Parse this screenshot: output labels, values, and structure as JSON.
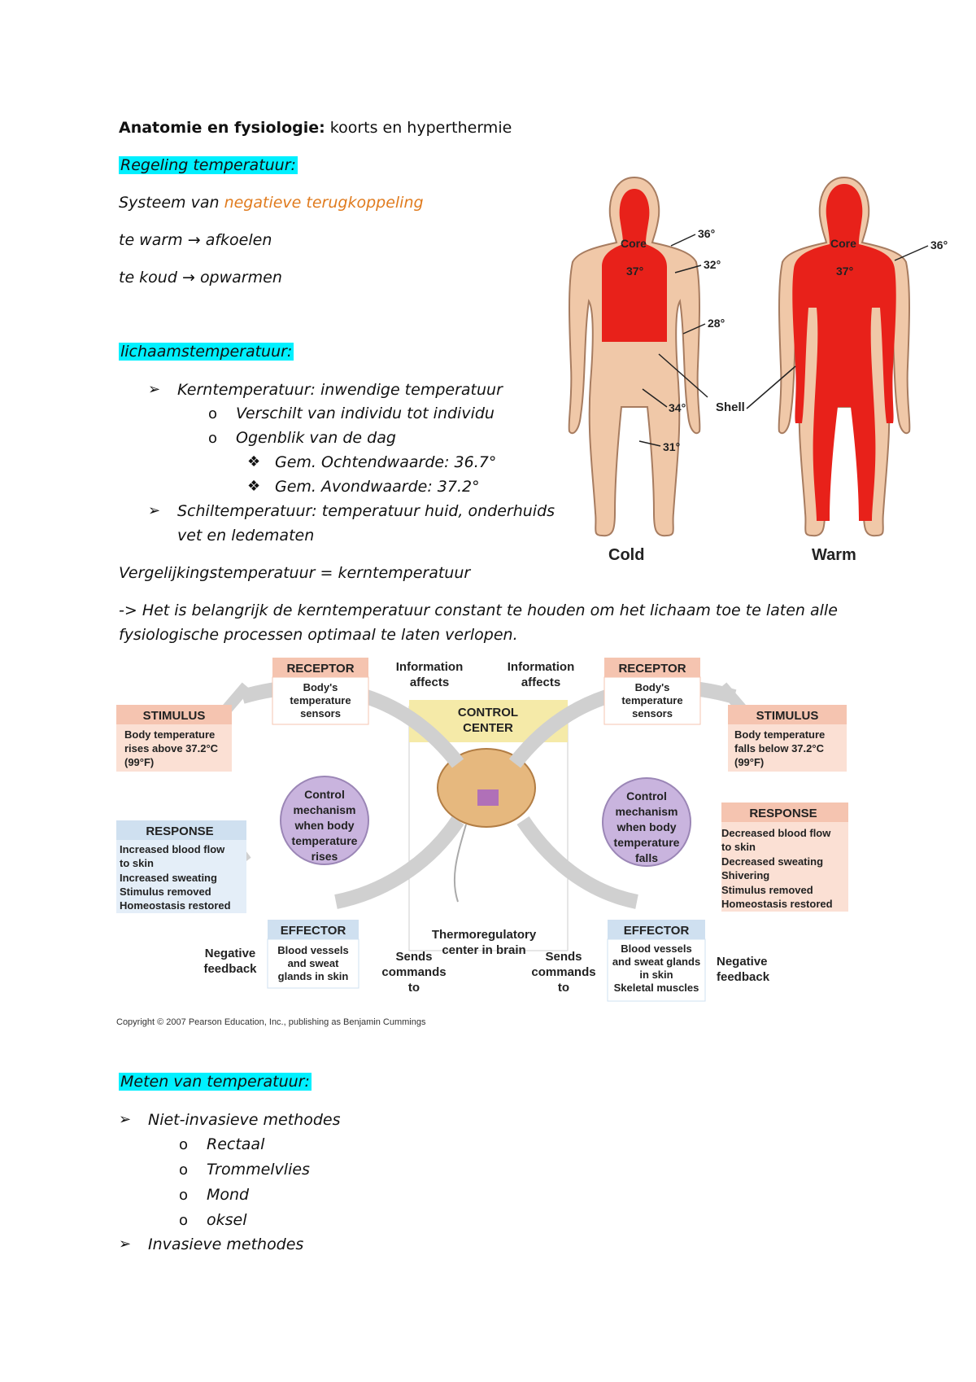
{
  "title": {
    "bold": "Anatomie en fysiologie:",
    "rest": " koorts en hyperthermie"
  },
  "section1": {
    "heading": "Regeling temperatuur:",
    "system_prefix": "Systeem van ",
    "system_highlight": "negatieve terugkoppeling",
    "line_warm_a": "te warm",
    "line_warm_b": "afkoelen",
    "line_cold_a": "te koud",
    "line_cold_b": "opwarmen",
    "arrow": "→"
  },
  "section2": {
    "heading": "lichaamstemperatuur:",
    "core": "Kerntemperatuur: inwendige temperatuur",
    "core_sub1": "Verschilt van individu tot individu",
    "core_sub2": "Ogenblik van de dag",
    "core_sub2a": "Gem. Ochtendwaarde: 36.7°",
    "core_sub2b": "Gem. Avondwaarde: 37.2°",
    "shell_1": "Schiltemperatuur: temperatuur huid, onderhuids",
    "shell_2": "vet en ledematen",
    "compare": "Vergelijkingstemperatuur = kerntemperatuur",
    "important_1": "-> Het is belangrijk de kerntemperatuur constant te houden om het lichaam toe te laten alle",
    "important_2": "fysiologische processen optimaal te laten verlopen.",
    "bullet": "➢",
    "sub_bullet": "o",
    "diamond": "❖"
  },
  "body_figure": {
    "core": "Core",
    "core_temp": "37°",
    "t36": "36°",
    "t32": "32°",
    "t28": "28°",
    "t34": "34°",
    "t31": "31°",
    "shell": "Shell",
    "cold": "Cold",
    "warm": "Warm",
    "core_color": "#e8211a",
    "skin_color": "#f0c8a8"
  },
  "feedback_figure": {
    "info_affects": [
      "Information",
      "affects"
    ],
    "receptor": "RECEPTOR",
    "receptor_text": [
      "Body's",
      "temperature",
      "sensors"
    ],
    "stimulus": "STIMULUS",
    "stimulus_left": [
      "Body temperature",
      "rises above 37.2°C",
      "(99°F)"
    ],
    "stimulus_right": [
      "Body temperature",
      "falls below 37.2°C",
      "(99°F)"
    ],
    "control_center": [
      "CONTROL",
      "CENTER"
    ],
    "mech_left": [
      "Control",
      "mechanism",
      "when body",
      "temperature",
      "rises"
    ],
    "mech_right": [
      "Control",
      "mechanism",
      "when body",
      "temperature",
      "falls"
    ],
    "response": "RESPONSE",
    "response_left": [
      "Increased blood flow",
      "to skin",
      "Increased sweating",
      "Stimulus removed",
      "Homeostasis restored"
    ],
    "response_right": [
      "Decreased blood flow",
      "to skin",
      "Decreased sweating",
      "Shivering",
      "Stimulus removed",
      "Homeostasis restored"
    ],
    "effector": "EFFECTOR",
    "effector_left": [
      "Blood vessels",
      "and sweat",
      "glands in skin"
    ],
    "effector_right": [
      "Blood vessels",
      "and sweat glands",
      "in skin",
      "Skeletal muscles"
    ],
    "neg_feedback": [
      "Negative",
      "feedback"
    ],
    "sends": [
      "Sends",
      "commands",
      "to"
    ],
    "thermo": [
      "Thermoregulatory",
      "center in brain"
    ],
    "copyright": "Copyright © 2007 Pearson Education, Inc., publishing as Benjamin Cummings"
  },
  "section3": {
    "heading": "Meten van temperatuur:",
    "noninvasive": "Niet-invasieve methodes",
    "items": [
      "Rectaal",
      "Trommelvlies",
      "Mond",
      "oksel"
    ],
    "invasive": "Invasieve methodes"
  }
}
